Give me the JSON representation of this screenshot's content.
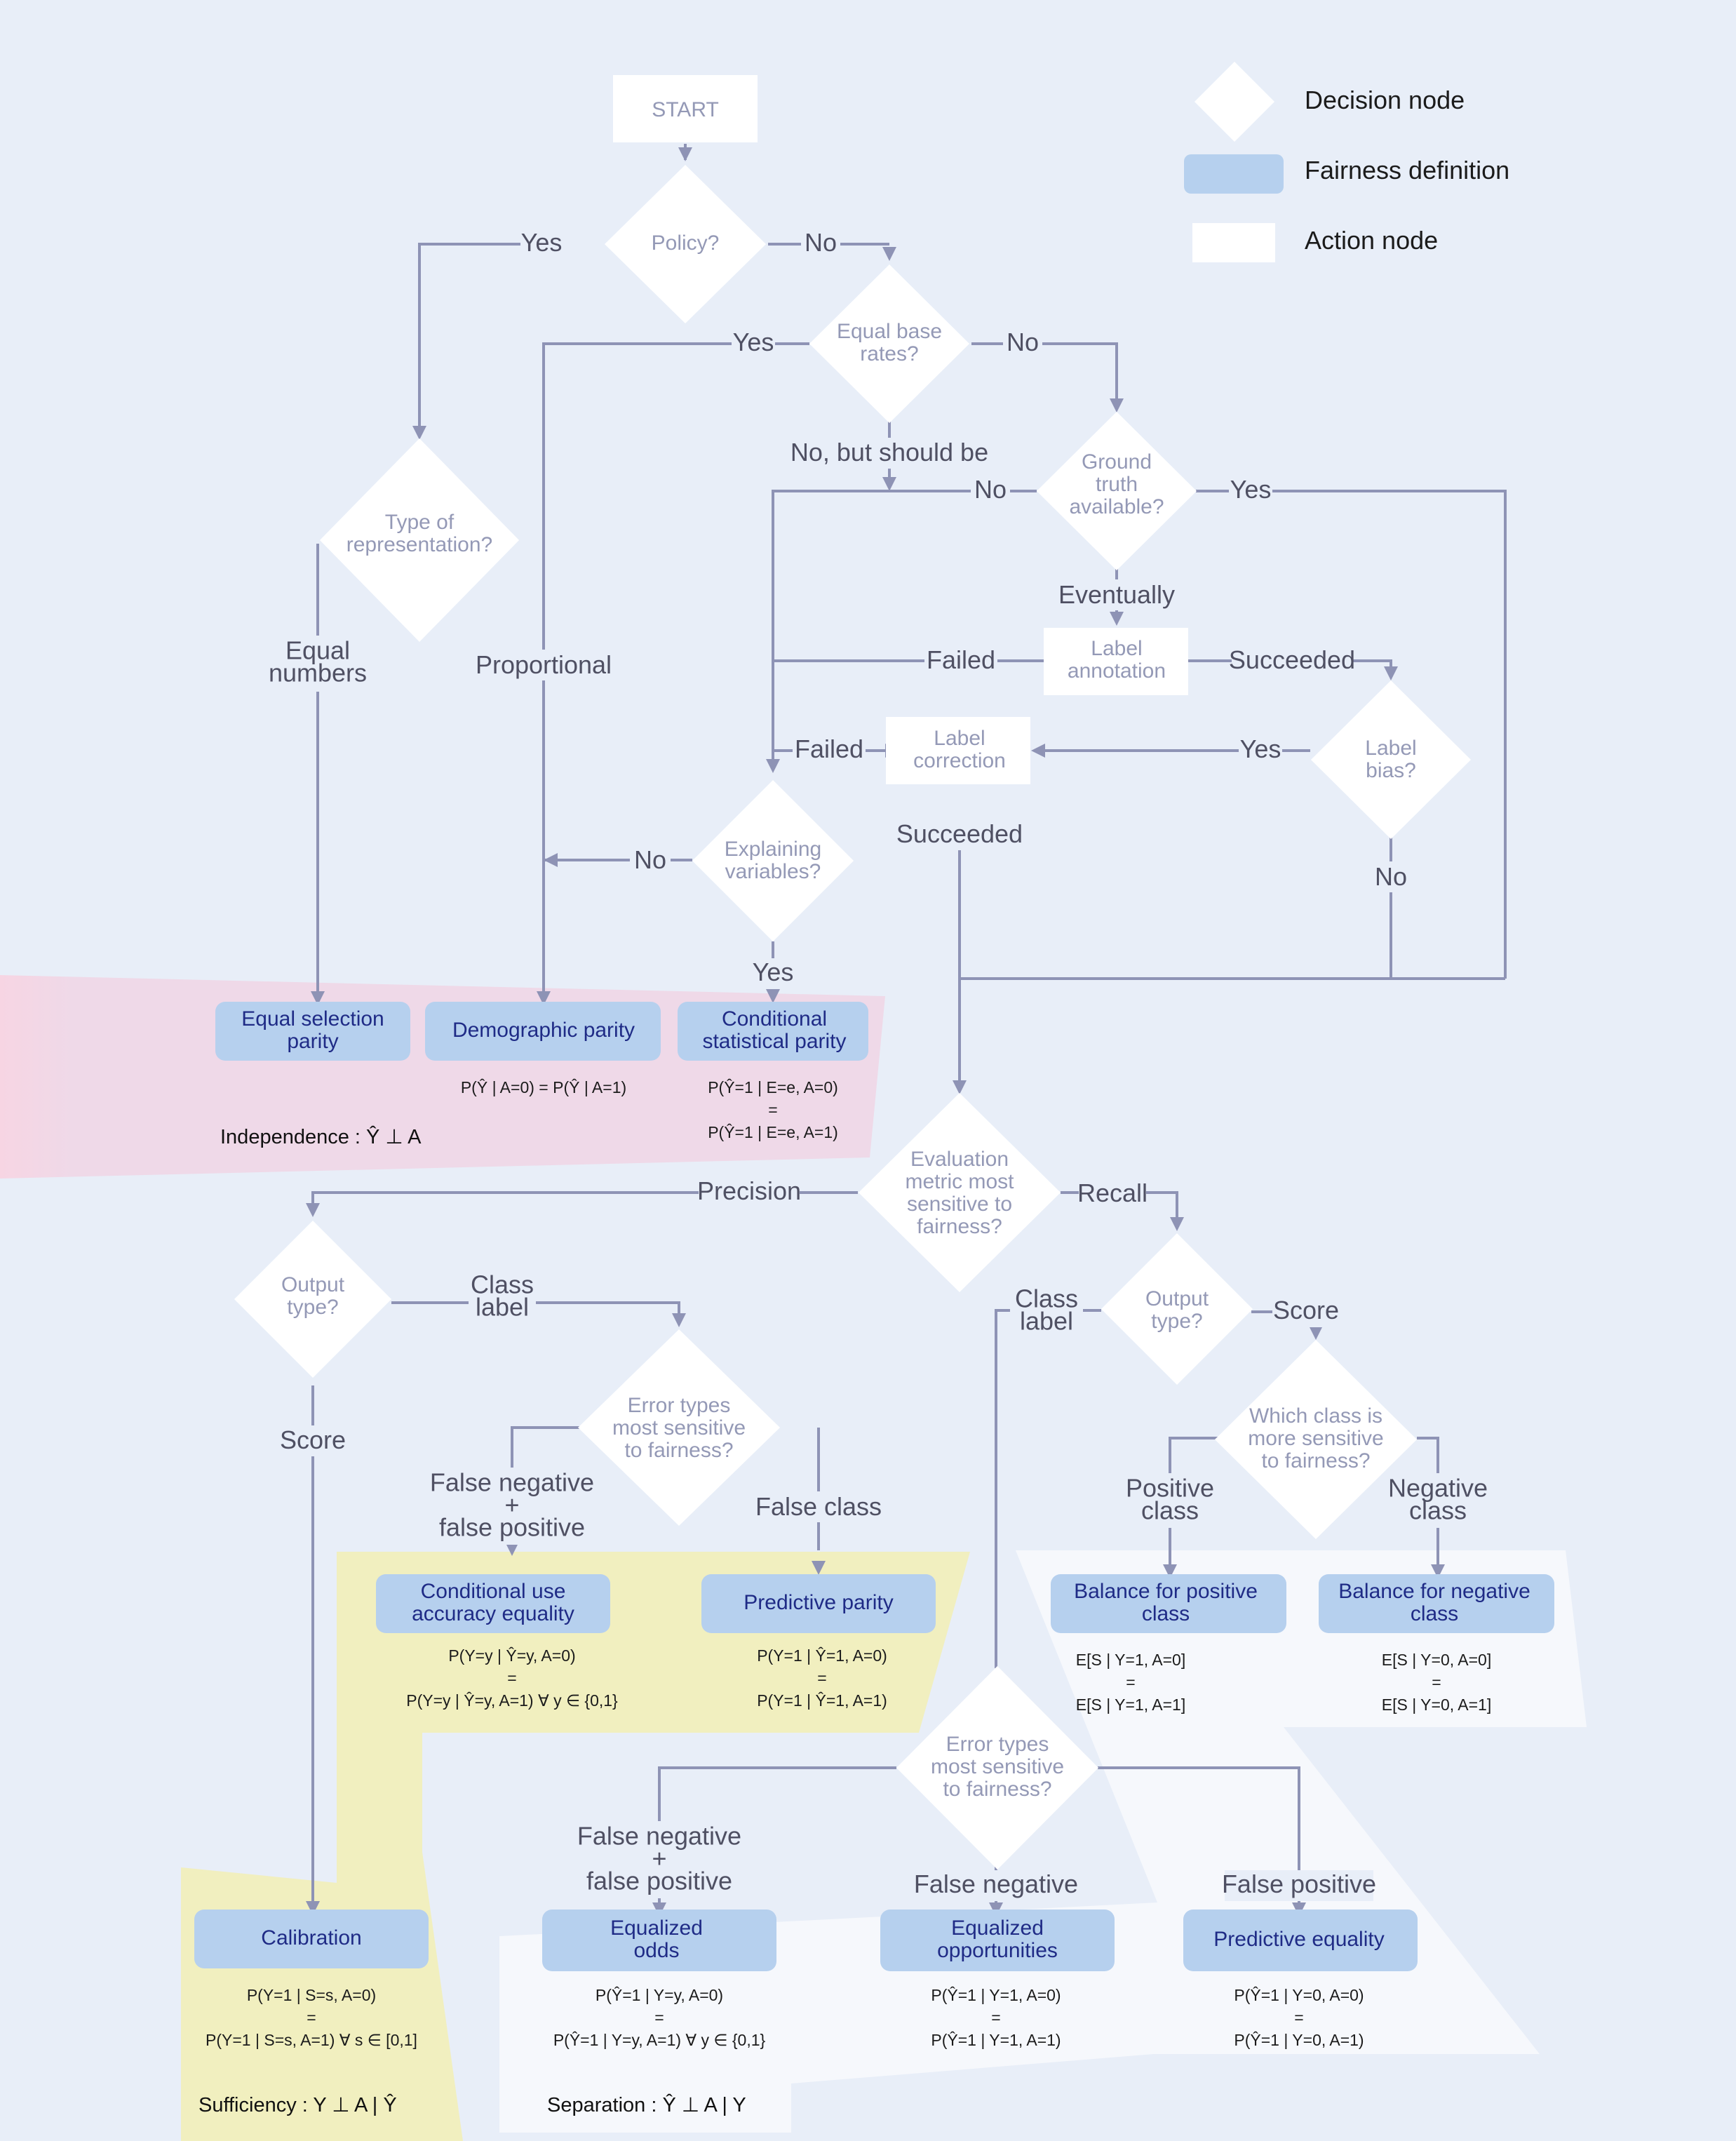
{
  "legend": {
    "decision": "Decision node",
    "fairness": "Fairness definition",
    "action": "Action node"
  },
  "actions": {
    "start": "START",
    "label_annotation": [
      "Label",
      "annotation"
    ],
    "label_correction": [
      "Label",
      "correction"
    ]
  },
  "decisions": {
    "policy": [
      "Policy?"
    ],
    "equal_base_rates": [
      "Equal base",
      "rates?"
    ],
    "type_of_representation": [
      "Type of",
      "representation?"
    ],
    "ground_truth": [
      "Ground",
      "truth",
      "available?"
    ],
    "label_bias": [
      "Label",
      "bias?"
    ],
    "explaining_variables": [
      "Explaining",
      "variables?"
    ],
    "evaluation_metric": [
      "Evaluation",
      "metric most",
      "sensitive to",
      "fairness?"
    ],
    "output_type_left": [
      "Output",
      "type?"
    ],
    "output_type_right": [
      "Output",
      "type?"
    ],
    "error_types_left": [
      "Error types",
      "most sensitive",
      "to fairness?"
    ],
    "which_class": [
      "Which class is",
      "more sensitive",
      "to fairness?"
    ],
    "error_types_bottom": [
      "Error types",
      "most sensitive",
      "to fairness?"
    ]
  },
  "edges": {
    "policy_yes": "Yes",
    "policy_no": "No",
    "ebr_yes": "Yes",
    "ebr_no": "No",
    "ebr_no_but": "No, but should be",
    "gt_no": "No",
    "gt_yes": "Yes",
    "gt_eventually": "Eventually",
    "la_failed": "Failed",
    "la_succeeded": "Succeeded",
    "lc_failed": "Failed",
    "lb_yes": "Yes",
    "lb_no": "No",
    "lc_succeeded": "Succeeded",
    "rep_equal": [
      "Equal",
      "numbers"
    ],
    "rep_proportional": "Proportional",
    "ev_no": "No",
    "ev_yes": "Yes",
    "em_precision": "Precision",
    "em_recall": "Recall",
    "otl_class": [
      "Class",
      "label"
    ],
    "otl_score": "Score",
    "etl_fnfp": [
      "False negative",
      "+",
      "false positive"
    ],
    "etl_false_class": "False class",
    "otr_class": [
      "Class",
      "label"
    ],
    "otr_score": "Score",
    "wc_positive": [
      "Positive",
      "class"
    ],
    "wc_negative": [
      "Negative",
      "class"
    ],
    "etb_fnfp": [
      "False negative",
      "+",
      "false positive"
    ],
    "etb_fn": "False negative",
    "etb_fp": "False positive"
  },
  "fairness": {
    "equal_selection_parity": [
      "Equal selection",
      "parity"
    ],
    "demographic_parity": [
      "Demographic parity"
    ],
    "conditional_statistical_parity": [
      "Conditional",
      "statistical parity"
    ],
    "conditional_use_accuracy_equality": [
      "Conditional use",
      "accuracy equality"
    ],
    "predictive_parity": [
      "Predictive parity"
    ],
    "balance_positive": [
      "Balance for positive",
      "class"
    ],
    "balance_negative": [
      "Balance for negative",
      "class"
    ],
    "calibration": [
      "Calibration"
    ],
    "equalized_odds": [
      "Equalized",
      "odds"
    ],
    "equalized_opportunities": [
      "Equalized",
      "opportunities"
    ],
    "predictive_equality": [
      "Predictive equality"
    ]
  },
  "formulas": {
    "demographic_parity": [
      "P(Ŷ | A=0) = P(Ŷ | A=1)"
    ],
    "conditional_statistical_parity": [
      "P(Ŷ=1 | E=e, A=0)",
      "=",
      "P(Ŷ=1 | E=e, A=1)"
    ],
    "conditional_use_accuracy_equality": [
      "P(Y=y | Ŷ=y, A=0)",
      "=",
      "P(Y=y | Ŷ=y, A=1) ∀ y ∈ {0,1}"
    ],
    "predictive_parity": [
      "P(Y=1 | Ŷ=1, A=0)",
      "=",
      "P(Y=1 | Ŷ=1, A=1)"
    ],
    "balance_positive": [
      "E[S | Y=1, A=0]",
      "=",
      "E[S | Y=1, A=1]"
    ],
    "balance_negative": [
      "E[S | Y=0, A=0]",
      "=",
      "E[S | Y=0, A=1]"
    ],
    "calibration": [
      "P(Y=1 | S=s, A=0)",
      "=",
      "P(Y=1 | S=s, A=1) ∀ s ∈ [0,1]"
    ],
    "equalized_odds": [
      "P(Ŷ=1 | Y=y, A=0)",
      "=",
      "P(Ŷ=1 | Y=y, A=1) ∀ y ∈ {0,1}"
    ],
    "equalized_opportunities": [
      "P(Ŷ=1 | Y=1, A=0)",
      "=",
      "P(Ŷ=1 | Y=1, A=1)"
    ],
    "predictive_equality": [
      "P(Ŷ=1 | Y=0, A=0)",
      "=",
      "P(Ŷ=1 | Y=0, A=1)"
    ]
  },
  "groups": {
    "independence": "Independence : Ŷ ⊥ A",
    "sufficiency": "Sufficiency : Y ⊥ A | Ŷ",
    "separation": "Separation : Ŷ ⊥ A | Y"
  },
  "colors": {
    "background": "#e8eef8",
    "independence_band": "#f1d7e6",
    "sufficiency_band": "#f1efbf",
    "separation_band": "#f6f8fc",
    "fairness_fill": "#b6d0ee",
    "fairness_text": "#1f2b86",
    "node_text": "#9499b6",
    "line": "#8e93b5"
  }
}
